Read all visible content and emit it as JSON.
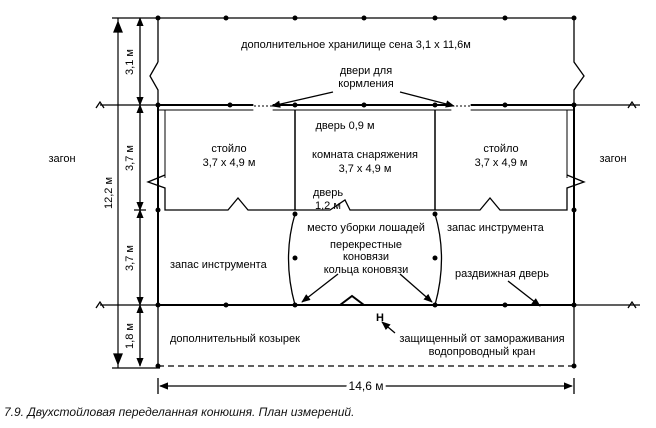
{
  "labels": {
    "hay_storage": "дополнительное хранилище сена 3,1 x 11,6м",
    "feed_doors_1": "двери для",
    "feed_doors_2": "кормления",
    "door_09": "дверь 0,9 м",
    "stall_left_1": "стойло",
    "stall_left_2": "3,7 x 4,9 м",
    "tack_room_1": "комната снаряжения",
    "tack_room_2": "3,7 x 4,9 м",
    "stall_right_1": "стойло",
    "stall_right_2": "3,7 x 4,9 м",
    "paddock_left": "загон",
    "paddock_right": "загон",
    "door_12_1": "дверь",
    "door_12_2": "1,2 м",
    "grooming": "место уборки лошадей",
    "cross_ties_1": "перекрестные",
    "cross_ties_2": "коновязи",
    "tie_rings": "кольца коновязи",
    "tools_left": "запас инструмента",
    "tools_right": "запас инструмента",
    "sliding_door": "раздвижная дверь",
    "overhang": "дополнительный козырек",
    "hydrant_letter": "Н",
    "hydrant_1": "защищенный от замораживания",
    "hydrant_2": "водопроводный кран"
  },
  "dimensions": {
    "d31": "3,1 м",
    "d37a": "3,7 м",
    "d37b": "3,7 м",
    "d18": "1,8 м",
    "d122": "12,2 м",
    "d146": "14,6 м"
  },
  "caption": {
    "number": "7.9.",
    "text": "Двухстойловая переделанная конюшня. План измерений."
  }
}
